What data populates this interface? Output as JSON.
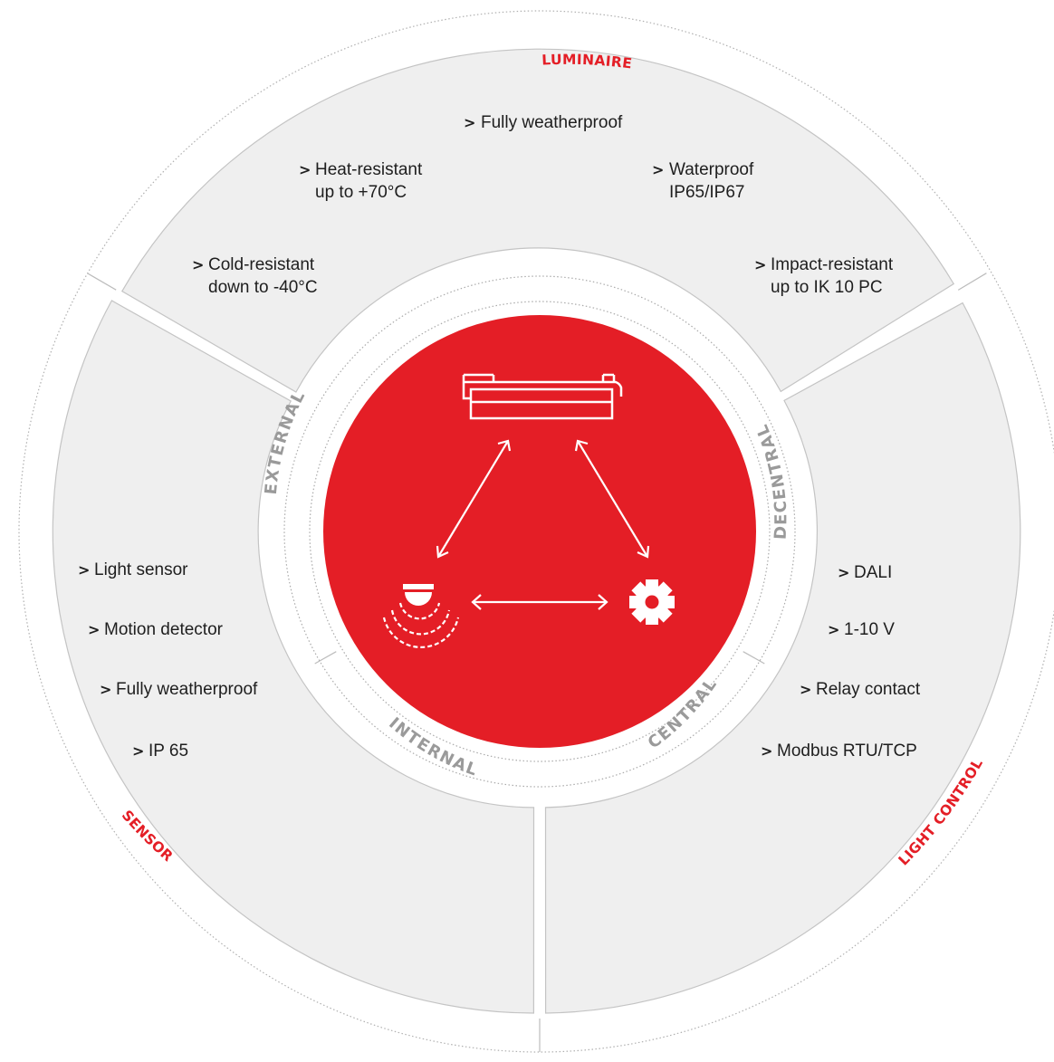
{
  "sections": {
    "luminaire": {
      "title": "LUMINAIRE",
      "features": [
        {
          "lines": [
            "Fully weatherproof"
          ]
        },
        {
          "lines": [
            "Heat-resistant",
            "up to +70°C"
          ]
        },
        {
          "lines": [
            "Waterproof",
            "IP65/IP67"
          ]
        },
        {
          "lines": [
            "Cold-resistant",
            "down to -40°C"
          ]
        },
        {
          "lines": [
            "Impact-resistant",
            "up to IK 10 PC"
          ]
        }
      ]
    },
    "sensor": {
      "title": "SENSOR",
      "features": [
        {
          "lines": [
            "Light sensor"
          ]
        },
        {
          "lines": [
            "Motion detector"
          ]
        },
        {
          "lines": [
            "Fully weatherproof"
          ]
        },
        {
          "lines": [
            "IP 65"
          ]
        }
      ]
    },
    "light_control": {
      "title": "LIGHT CONTROL",
      "features": [
        {
          "lines": [
            "DALI"
          ]
        },
        {
          "lines": [
            "1-10 V"
          ]
        },
        {
          "lines": [
            "Relay contact"
          ]
        },
        {
          "lines": [
            "Modbus RTU/TCP"
          ]
        }
      ]
    }
  },
  "ring_labels": {
    "external": "EXTERNAL",
    "internal": "INTERNAL",
    "central": "CENTRAL",
    "decentral": "DECENTRAL"
  },
  "bullet_glyph": ">",
  "colors": {
    "accent_red": "#e41e26",
    "segment_fill": "#efefef",
    "ring_text": "#9a9a9a",
    "text": "#1e1e1e"
  },
  "icons": [
    "luminaire-icon",
    "sensor-icon",
    "gear-icon"
  ]
}
